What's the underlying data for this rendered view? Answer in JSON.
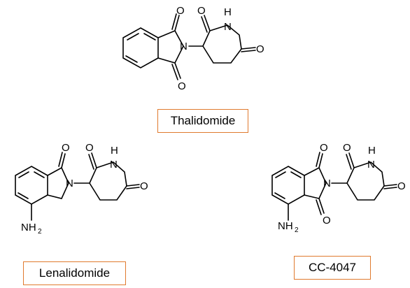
{
  "molecules": [
    {
      "id": "thalidomide",
      "name": "Thalidomide",
      "atoms": {
        "o_top1": "O",
        "o_top2": "O",
        "o_bottom": "O",
        "o_right": "O",
        "n_imide": "N",
        "n_piperidine": "N",
        "h_nh": "H"
      }
    },
    {
      "id": "lenalidomide",
      "name": "Lenalidomide",
      "atoms": {
        "o_top": "O",
        "o_right": "O",
        "o_pip_top": "O",
        "n_lactam": "N",
        "n_piperidine": "N",
        "h_nh": "H",
        "amine": "NH",
        "amine_sub": "2"
      }
    },
    {
      "id": "cc4047",
      "name": "CC-4047",
      "atoms": {
        "o_top": "O",
        "o_bottom": "O",
        "o_pip_top": "O",
        "o_right": "O",
        "n_imide": "N",
        "n_piperidine": "N",
        "h_nh": "H",
        "amine": "NH",
        "amine_sub": "2"
      }
    }
  ],
  "colors": {
    "label_border": "#e07a2e",
    "bonds": "#000000"
  }
}
